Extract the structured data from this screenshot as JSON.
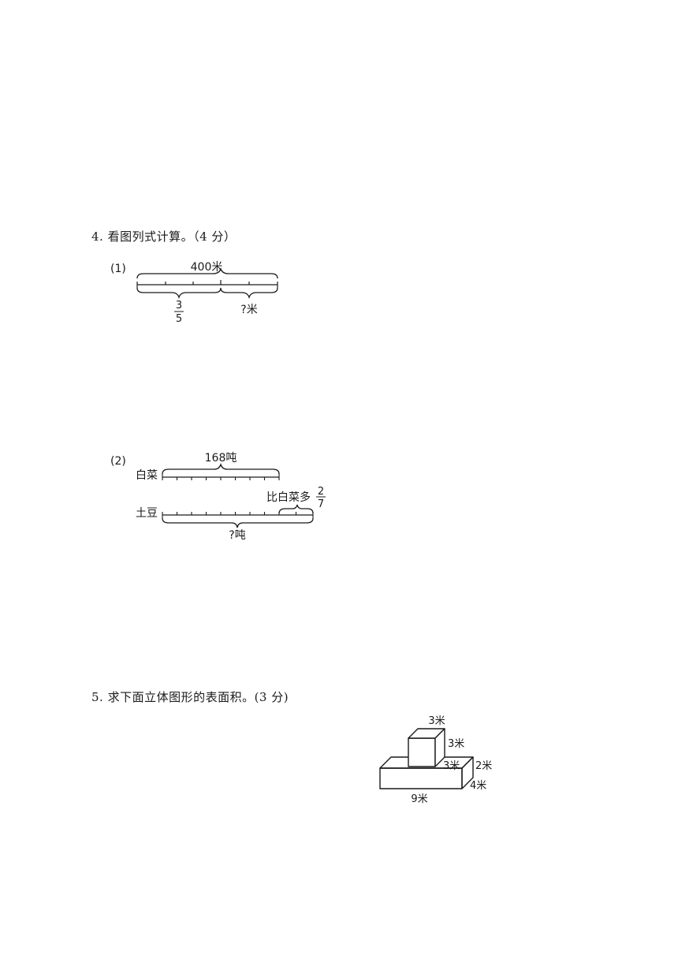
{
  "q4": {
    "title": "4.  看图列式计算。（4 分）",
    "part1": {
      "label": "(1)",
      "total": "400米",
      "fraction": {
        "num": "3",
        "den": "5"
      },
      "unknown": "?米"
    },
    "part2": {
      "label": "(2)",
      "row1_name": "白菜",
      "row1_total": "168吨",
      "row2_name": "土豆",
      "more_text": "比白菜多",
      "more_fraction": {
        "num": "2",
        "den": "7"
      },
      "unknown": "?吨"
    }
  },
  "q5": {
    "title": "5.  求下面立体图形的表面积。(3 分)",
    "cube_top": "3米",
    "cube_height": "3米",
    "cube_depth": "3米",
    "base_height": "2米",
    "base_depth": "4米",
    "base_length": "9米"
  }
}
